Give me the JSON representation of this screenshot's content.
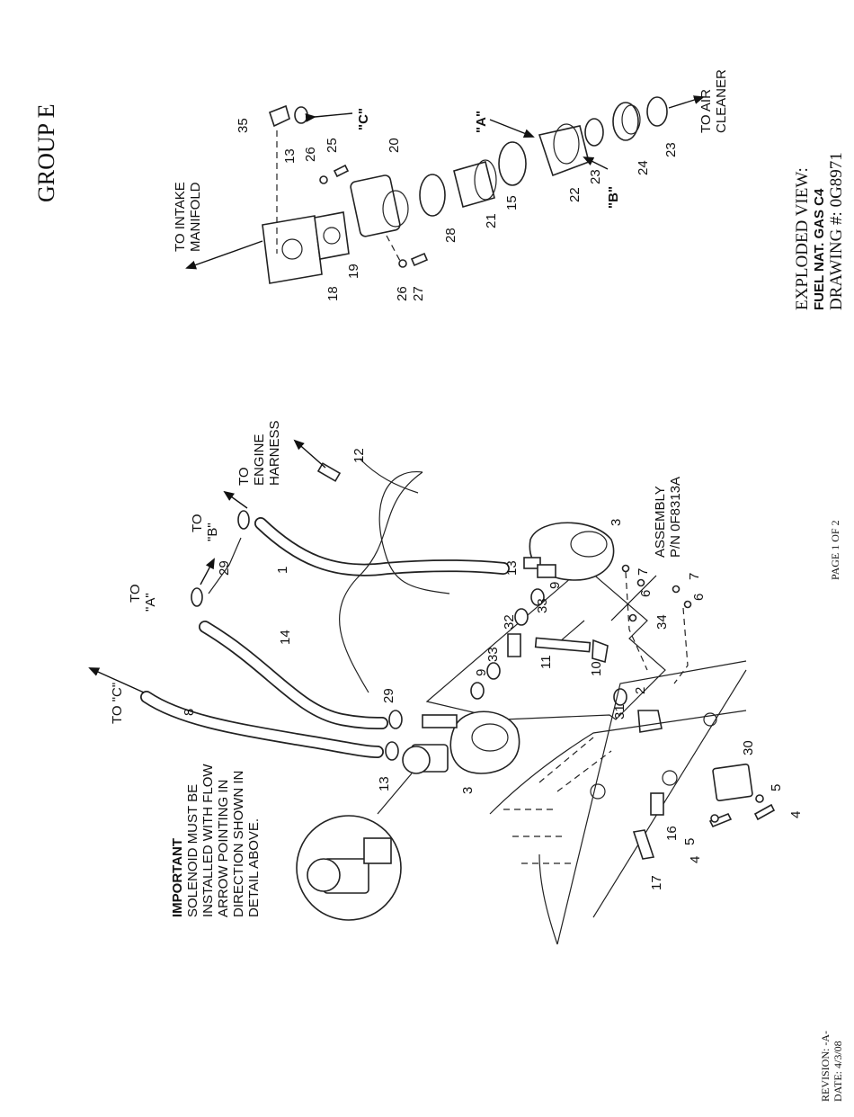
{
  "header": {
    "group": "GROUP E",
    "view_title": "EXPLODED VIEW:",
    "subtitle": "FUEL NAT. GAS C4",
    "drawing_no": "DRAWING #: 0G8971"
  },
  "footer": {
    "page": "PAGE 1 OF 2",
    "revision": "REVISION: -A-",
    "date": "DATE: 4/3/08"
  },
  "labels": {
    "intake_1": "TO INTAKE",
    "intake_2": "MANIFOLD",
    "air_1": "TO AIR",
    "air_2": "CLEANER",
    "ref_a": "\"A\"",
    "ref_b": "\"B\"",
    "ref_c": "\"C\"",
    "to_c": "TO \"C\"",
    "to_a_1": "TO",
    "to_a_2": "\"A\"",
    "to_b_1": "TO",
    "to_b_2": "\"B\"",
    "engine_1": "TO",
    "engine_2": "ENGINE",
    "engine_3": "HARNESS",
    "assembly_1": "ASSEMBLY",
    "assembly_2": "P/N 0F8313A"
  },
  "note": [
    "IMPORTANT",
    "SOLENOID MUST BE",
    "INSTALLED WITH FLOW",
    "ARROW POINTING IN",
    "DIRECTION SHOWN IN",
    "DETAIL ABOVE."
  ],
  "callouts": {
    "c35": "35",
    "c13a": "13",
    "c26a": "26",
    "c25": "25",
    "c20": "20",
    "c18": "18",
    "c19": "19",
    "c26b": "26",
    "c27": "27",
    "c28": "28",
    "c21": "21",
    "c15": "15",
    "c22": "22",
    "c23a": "23",
    "c24": "24",
    "c23b": "23",
    "c12": "12",
    "c3a": "3",
    "c29a": "29",
    "c1": "1",
    "c14": "14",
    "c13b": "13",
    "c9a": "9",
    "c33a": "33",
    "c32": "32",
    "c7a": "7",
    "c6a": "6",
    "c34": "34",
    "c7b": "7",
    "c6b": "6",
    "c11": "11",
    "c10": "10",
    "c33b": "33",
    "c9b": "9",
    "c31": "31",
    "c2": "2",
    "c29b": "29",
    "c8": "8",
    "c13c": "13",
    "c3b": "3",
    "c30": "30",
    "c5a": "5",
    "c4a": "4",
    "c5b": "5",
    "c4b": "4",
    "c16": "16",
    "c17": "17"
  }
}
